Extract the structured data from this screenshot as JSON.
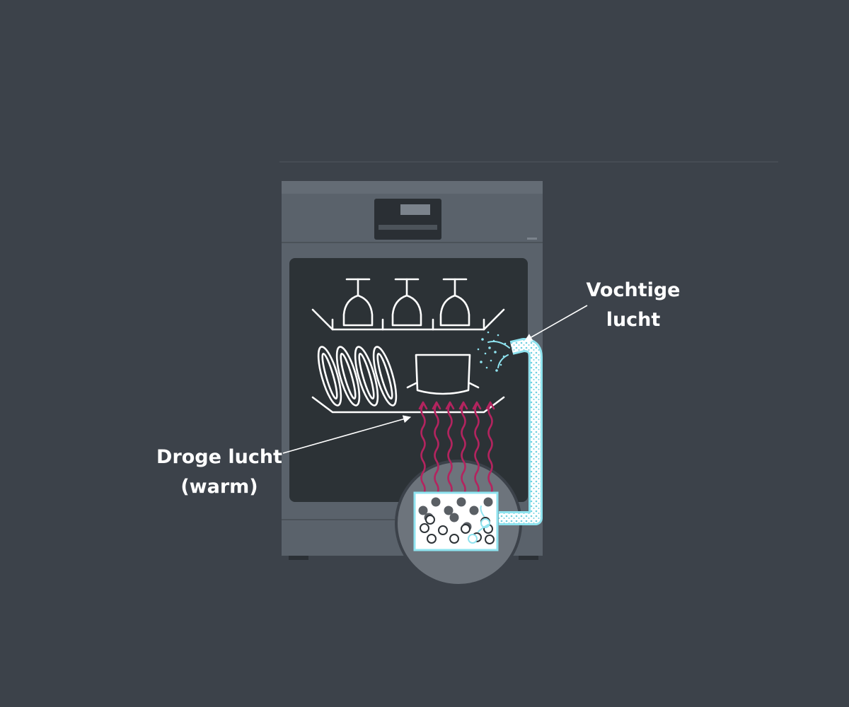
{
  "labels": {
    "moist_air": {
      "line1": "Vochtige",
      "line2": "lucht"
    },
    "dry_air": {
      "line1": "Droge lucht",
      "line2": "(warm)"
    }
  },
  "icons": [
    "dishwasher-icon",
    "wine-glass-icon",
    "plate-icon",
    "bowl-icon",
    "heat-wave-arrow-icon",
    "zeolite-beads-icon",
    "air-duct-icon",
    "moisture-droplets-icon"
  ],
  "colors": {
    "background": "#3c424a",
    "appliance_body": "#5a626b",
    "interior": "#2c3236",
    "outline": "#ffffff",
    "dry_air_arrows": "#b3245f",
    "moist_air_duct": "#8fe3ef",
    "zoom_circle": "#6d747c"
  }
}
